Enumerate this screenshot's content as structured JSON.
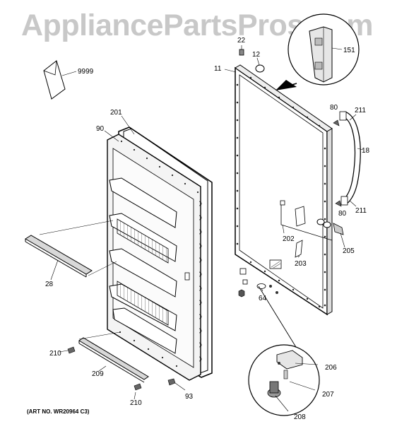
{
  "watermark": "AppliancePartsPros.com",
  "art_number": "(ART NO. WR20964 C3)",
  "callouts": {
    "c9999": "9999",
    "c22": "22",
    "c12": "12",
    "c11": "11",
    "c151": "151",
    "c201": "201",
    "c90": "90",
    "c80a": "80",
    "c211a": "211",
    "c18": "18",
    "c80b": "80",
    "c211b": "211",
    "c202": "202",
    "c205": "205",
    "c203": "203",
    "c64": "64",
    "c28": "28",
    "c210a": "210",
    "c209": "209",
    "c210b": "210",
    "c93": "93",
    "c206": "206",
    "c207": "207",
    "c208": "208"
  }
}
